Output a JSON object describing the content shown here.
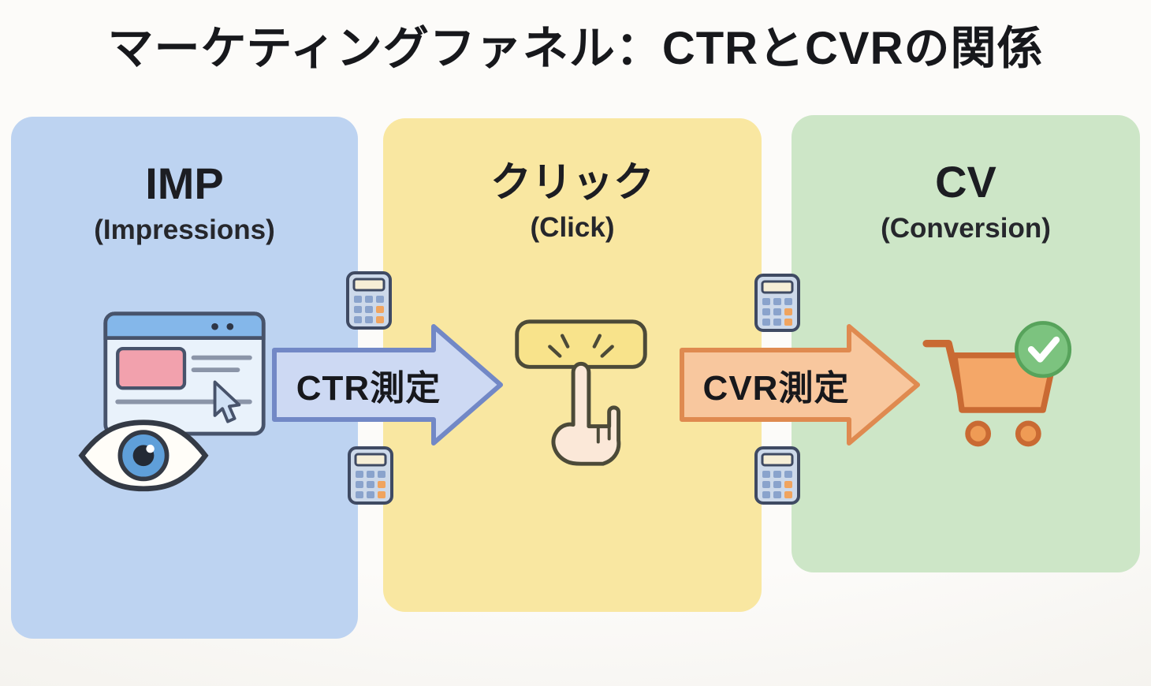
{
  "title": "マーケティングファネル：CTRとCVRの関係",
  "funnel": {
    "stages": [
      {
        "id": "impressions",
        "heading": "IMP",
        "subheading": "(Impressions)",
        "panel_color": "#bdd3f1",
        "icons": [
          "browser-ad-icon",
          "eye-icon"
        ]
      },
      {
        "id": "click",
        "heading": "クリック",
        "subheading": "(Click)",
        "panel_color": "#f9e7a1",
        "icons": [
          "click-button-icon",
          "pointing-hand-icon"
        ]
      },
      {
        "id": "conversion",
        "heading": "CV",
        "subheading": "(Conversion)",
        "panel_color": "#cde6c7",
        "icons": [
          "shopping-cart-icon",
          "check-circle-icon"
        ]
      }
    ],
    "arrows": [
      {
        "id": "ctr",
        "label": "CTR測定",
        "fill_color": "#cdd9f3",
        "stroke_color": "#7288c6",
        "decoration_icons": [
          "calculator-icon",
          "calculator-icon"
        ]
      },
      {
        "id": "cvr",
        "label": "CVR測定",
        "fill_color": "#f8c79e",
        "stroke_color": "#df8a50",
        "decoration_icons": [
          "calculator-icon",
          "calculator-icon"
        ]
      }
    ]
  },
  "colors": {
    "background": "#f8f6f2",
    "title_text": "#17181c"
  }
}
